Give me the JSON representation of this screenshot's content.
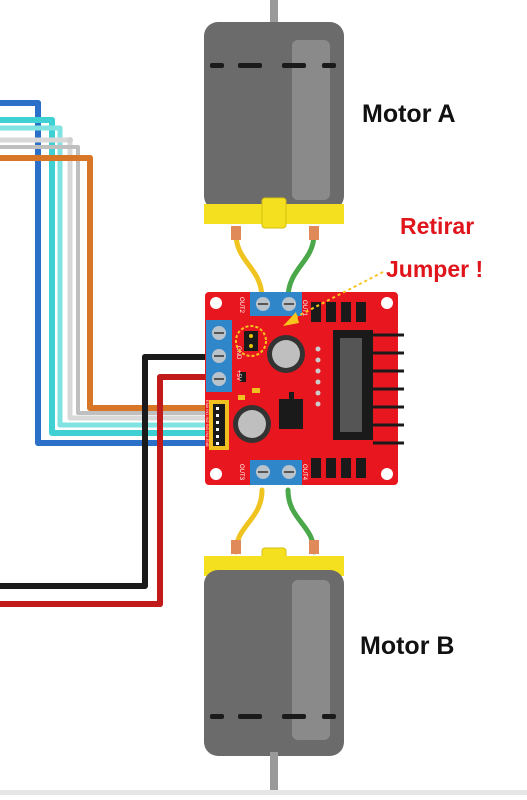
{
  "motor_a": {
    "label": "Motor A"
  },
  "motor_b": {
    "label": "Motor B"
  },
  "note": {
    "line1": "Retirar",
    "line2": "Jumper !"
  },
  "board": {
    "out1": "OUT1",
    "out2": "OUT2",
    "out3": "OUT3",
    "out4": "OUT4",
    "gnd": "GND",
    "plus5v": "+5V",
    "enable_pins": "ENA IN1 IN2 IN3 IN4 ENB"
  },
  "colors": {
    "board_red": "#e8161e",
    "motor_gray": "#6b6b6b",
    "gearbox_yellow": "#f5e020",
    "terminal_blue": "#2f86c8",
    "note_red": "#e0141b",
    "jumper_highlight": "#f7c51e",
    "wire_blue": "#2a6fc8",
    "wire_cyan": "#3fd0d3",
    "wire_white": "#d8d8d8",
    "wire_orange": "#d87627",
    "wire_black": "#1a1a1a",
    "wire_red": "#c01a1a",
    "lead_yellow": "#f0c420",
    "lead_green": "#4aa84a"
  }
}
